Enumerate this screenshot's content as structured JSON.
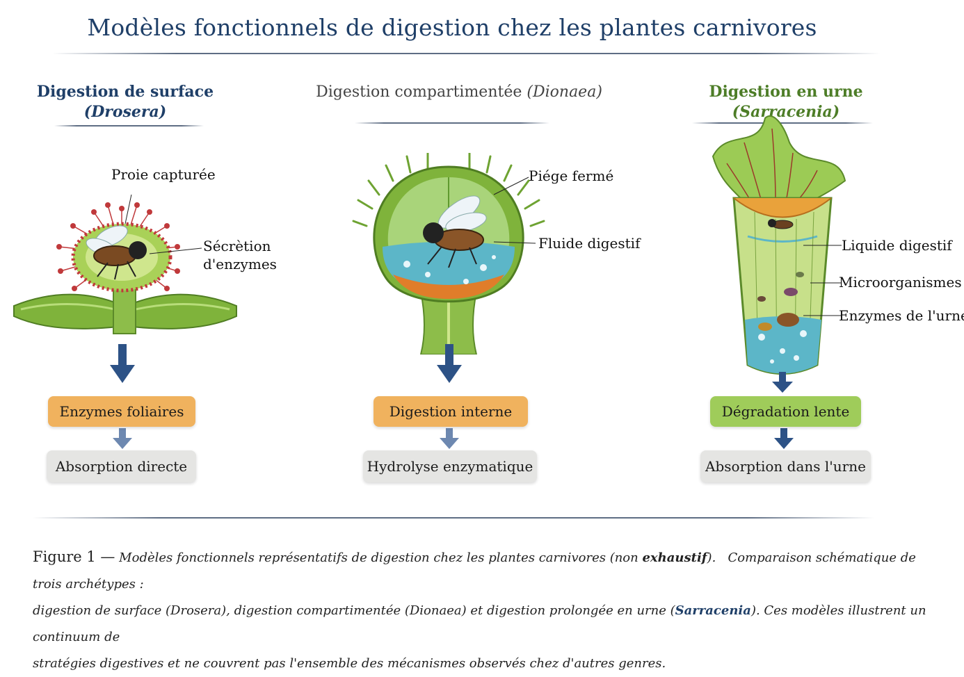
{
  "title": "Modèles fonctionnels de digestion chez les plantes carnivores",
  "columns": [
    {
      "heading_main": "Digestion de surface",
      "heading_sub": "(Drosera)",
      "labels": [
        "Proie capturée",
        "Sécrètion",
        "d'enzymes"
      ],
      "box1": "Enzymes foliaires",
      "box2": "Absorption directe"
    },
    {
      "heading_main": "Digestion compartimentée",
      "heading_sub": "(Dionaea)",
      "labels": [
        "Piége fermé",
        "Fluide digestif"
      ],
      "box1": "Digestion interne",
      "box2": "Hydrolyse enzymatique"
    },
    {
      "heading_main": "Digestion en urne",
      "heading_sub": "(Sarracenia)",
      "labels": [
        "Liquide digestif",
        "Microorganismes",
        "Enzymes de l'urne"
      ],
      "box1": "Dégradation lente",
      "box2": "Absorption dans l'urne"
    }
  ],
  "caption": {
    "lead": "Figure 1 —",
    "part1": "Modèles fonctionnels représentatifs de digestion chez les plantes carnivores (non",
    "part1_em": "exhaustif",
    "part1_end": ").",
    "part2": "Comparaison schématique de trois archétypes :",
    "line2a": "digestion de surface (Drosera), digestion compartimentée (Dionaea) et digestion prolongée en urne (",
    "line2_bold": "Sarracenia",
    "line2b": "). Ces modèles illustrent un continuum de",
    "line3": "stratégies digestives et ne couvrent pas l'ensemble des mécanismes observés chez d'autres genres."
  },
  "colors": {
    "title": "#1f3f68",
    "arrow": "#2d5286",
    "orange_box": "#f0b25e",
    "green_box": "#9fcc5a",
    "grey_box": "#e5e5e3",
    "plant_green": "#7fb33b",
    "fluid": "#5cb6c8"
  },
  "icons": [
    "drosera-illustration",
    "dionaea-illustration",
    "sarracenia-illustration",
    "insect-icon",
    "down-arrow-icon"
  ]
}
